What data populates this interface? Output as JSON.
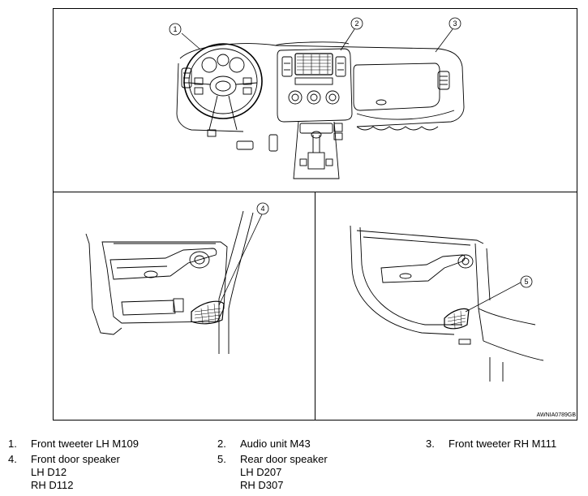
{
  "figure": {
    "code": "AWNIA0789GB",
    "callouts": [
      "1",
      "2",
      "3",
      "4",
      "5"
    ]
  },
  "legend": [
    {
      "num": "1.",
      "text": "Front tweeter LH M109",
      "sub": []
    },
    {
      "num": "2.",
      "text": "Audio unit M43",
      "sub": []
    },
    {
      "num": "3.",
      "text": "Front tweeter RH M111",
      "sub": []
    },
    {
      "num": "4.",
      "text": "Front door speaker",
      "sub": [
        "LH D12",
        "RH D112"
      ]
    },
    {
      "num": "5.",
      "text": "Rear door speaker",
      "sub": [
        "LH D207",
        "RH D307"
      ]
    }
  ]
}
